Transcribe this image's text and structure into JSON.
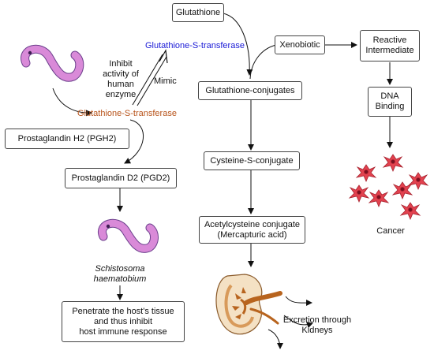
{
  "nodes": {
    "glutathione": "Glutathione",
    "xenobiotic": "Xenobiotic",
    "reactive_intermediate": [
      "Reactive",
      "Intermediate"
    ],
    "glutathione_conjugates": "Glutathione-conjugates",
    "dna_binding": [
      "DNA",
      "Binding"
    ],
    "cysteine_s_conjugate": "Cysteine-S-conjugate",
    "acetylcysteine": [
      "Acetylcysteine conjugate",
      "(Mercapturic acid)"
    ],
    "pgh2": "Prostaglandin H2 (PGH2)",
    "pgd2": "Prostaglandin D2 (PGD2)",
    "penetrate": [
      "Penetrate the host's tissue",
      "and thus inhibit",
      "host immune response"
    ]
  },
  "labels": {
    "gst_human": "Glutathione-S-transferase",
    "gst_parasite": "Glutathione-S-transferase",
    "inhibit": [
      "Inhibit",
      "activity of",
      "human enzyme"
    ],
    "mimic": "Mimic",
    "cancer": "Cancer",
    "species": [
      "Schistosoma",
      "haematobium"
    ],
    "excretion": [
      "Excretion through",
      "Kidneys"
    ]
  },
  "colors": {
    "worm": "#d98ad8",
    "gst_human": "#1a1ad6",
    "gst_parasite": "#b8541b",
    "cancer_cell": "#e2424f",
    "kidney_outer": "#f4e1c4",
    "kidney_inner": "#b8641e"
  },
  "icons": [
    "worm-icon",
    "cancer-cells-icon",
    "kidney-icon"
  ]
}
